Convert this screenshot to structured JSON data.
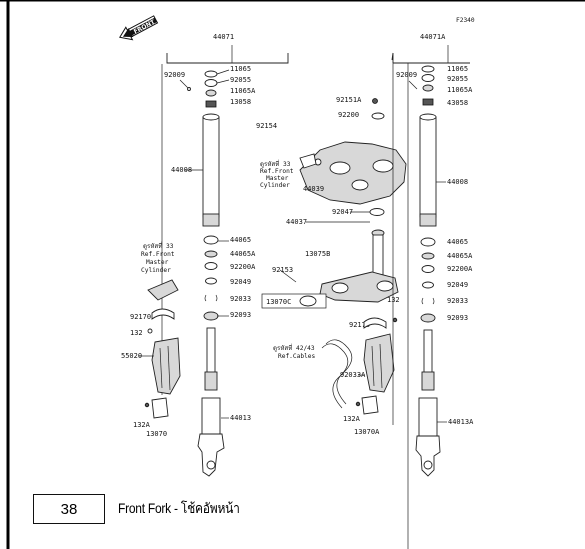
{
  "figure": {
    "code": "F2340",
    "page_number": "38",
    "caption": "Front Fork - โช้คอัพหน้า"
  },
  "left_fork": {
    "assembly": "44071",
    "parts": [
      "11065",
      "92055",
      "11065A",
      "13058",
      "44065",
      "44065A",
      "92200A",
      "92049",
      "92033",
      "92093",
      "92009",
      "44013",
      "92170",
      "132",
      "55020",
      "132A",
      "13070"
    ],
    "tube": "44008",
    "note": [
      "ดูรหัสที่ 33",
      "Ref.Front",
      "Master",
      "Cylinder"
    ]
  },
  "right_fork": {
    "assembly": "44071A",
    "parts": [
      "11065",
      "92055",
      "11065A",
      "43058",
      "44065",
      "44065A",
      "92200A",
      "92049",
      "92033",
      "92093",
      "92009",
      "44013A",
      "44008"
    ]
  },
  "center": {
    "parts": [
      "92151A",
      "92200",
      "92154",
      "44039",
      "92047",
      "44037",
      "92153",
      "13075B",
      "13070C",
      "92170",
      "132",
      "92033A",
      "132A",
      "13070A"
    ],
    "note_top": [
      "ดูรหัสที่ 33",
      "Ref.Front",
      "Master",
      "Cylinder"
    ],
    "note_cables": [
      "ดูรหัสที่ 42/43",
      "Ref.Cables"
    ]
  },
  "icons": {
    "front_arrow": "front-direction-arrow-icon",
    "front_label": "FRONT"
  }
}
